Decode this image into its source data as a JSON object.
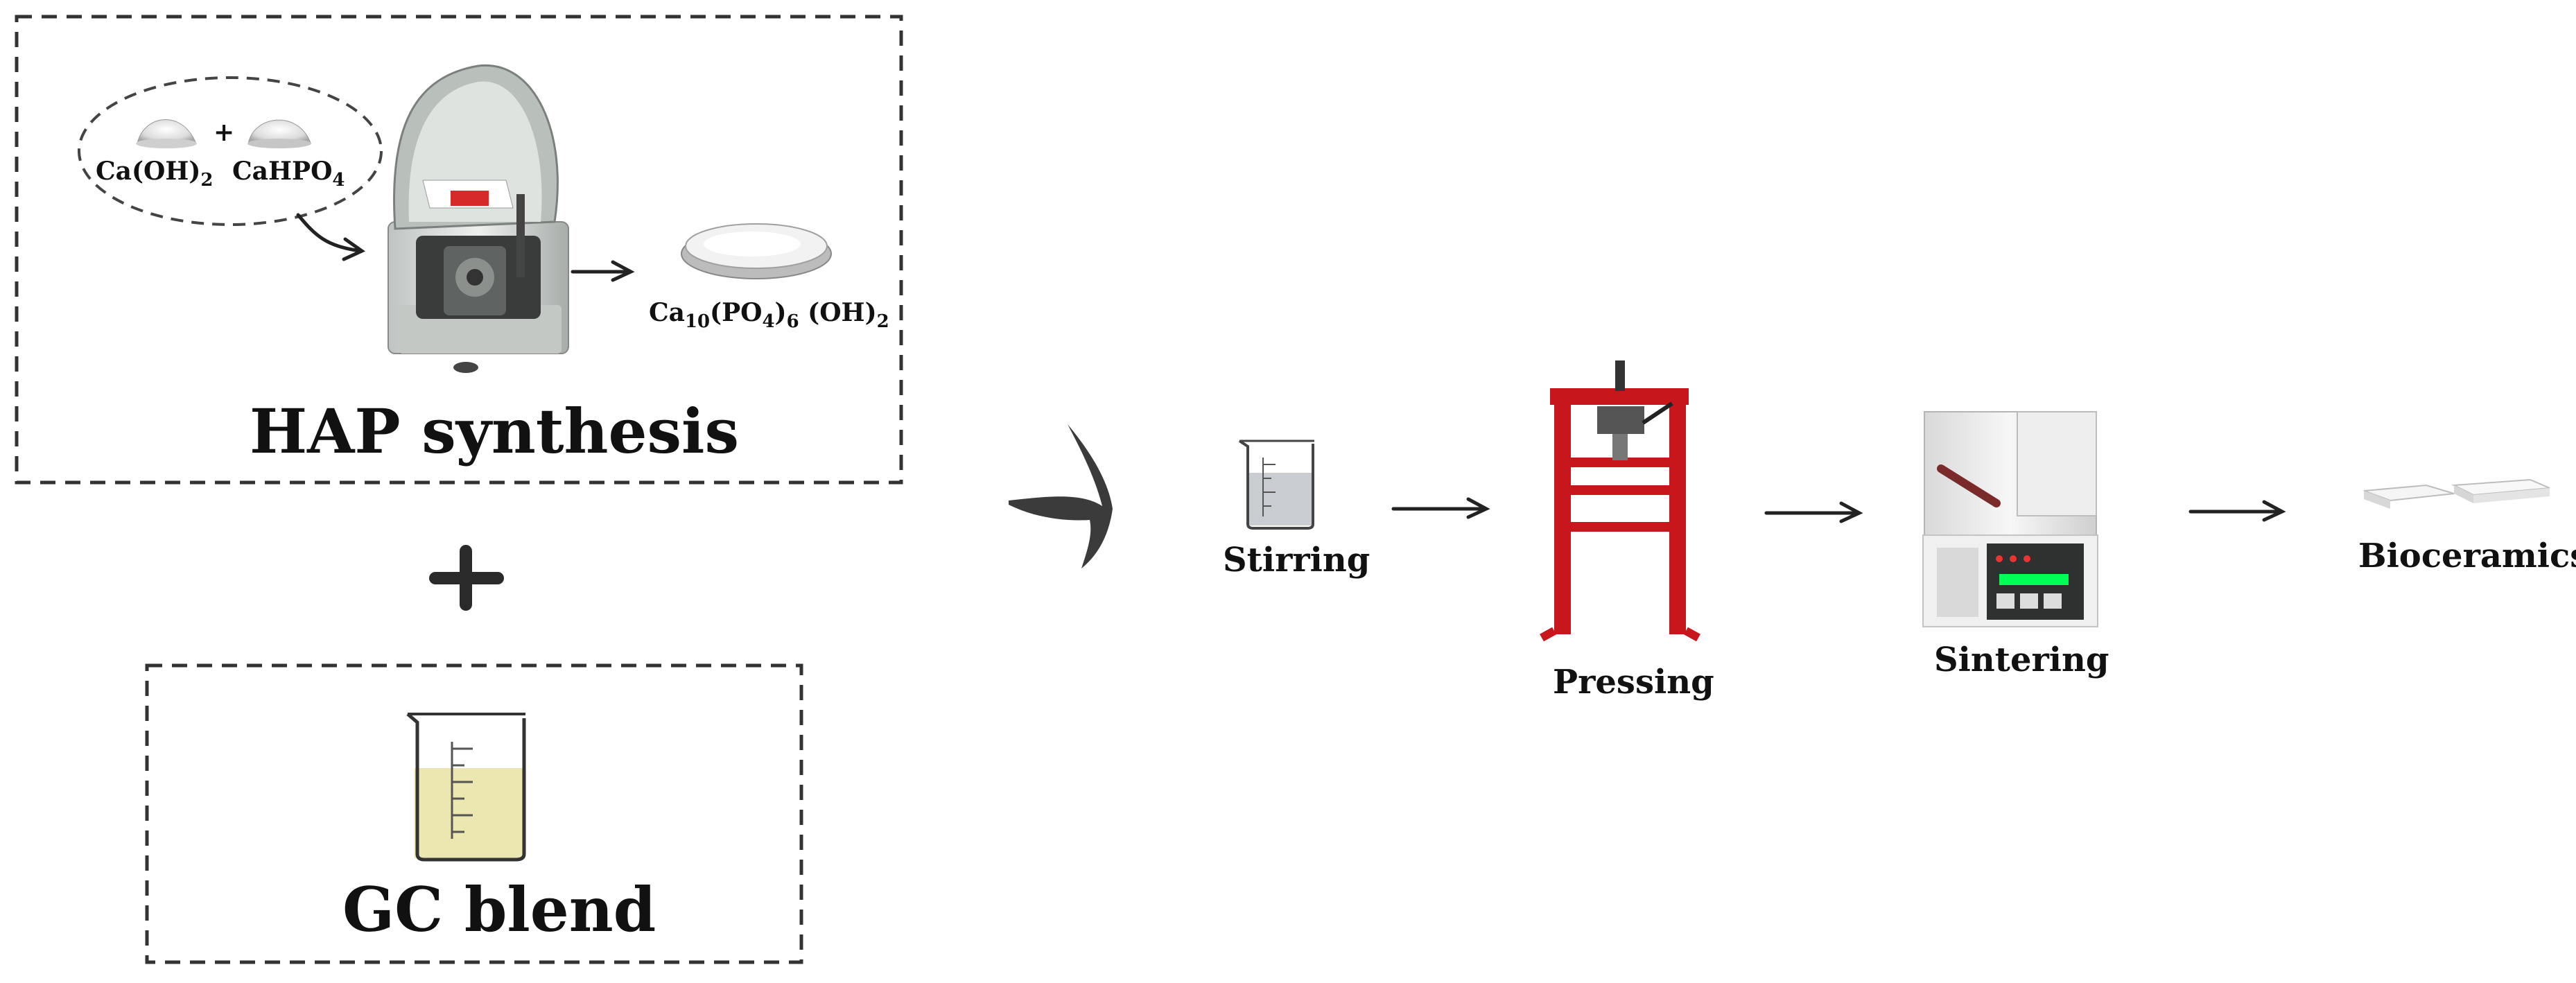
{
  "hap_box": {
    "title": "HAP synthesis",
    "reactant_1": {
      "base": "Ca(OH)",
      "sub": "2"
    },
    "plus": "+",
    "reactant_2": {
      "base": "CaHPO",
      "sub": "4"
    },
    "product": {
      "p1": "Ca",
      "s1": "10",
      "p2": "(PO",
      "s2": "4",
      "p3": ")",
      "s3": "6",
      "p4": " (OH)",
      "s4": "2"
    }
  },
  "gc_box": {
    "title": "GC blend"
  },
  "big_plus": "+",
  "steps": [
    {
      "label": "Stirring"
    },
    {
      "label": "Pressing"
    },
    {
      "label": "Sintering"
    },
    {
      "label": "Bioceramics"
    }
  ],
  "colors": {
    "press_red": "#c8161d",
    "gc_liquid": "#ece6b0",
    "stir_liquid": "#c9ccd0",
    "dash": "#333333"
  },
  "icons": [
    "powder-icon",
    "ball-mill-icon",
    "petri-dish-icon",
    "beaker-icon",
    "hydraulic-press-icon",
    "furnace-icon",
    "disc-icon",
    "arrow-icon"
  ]
}
